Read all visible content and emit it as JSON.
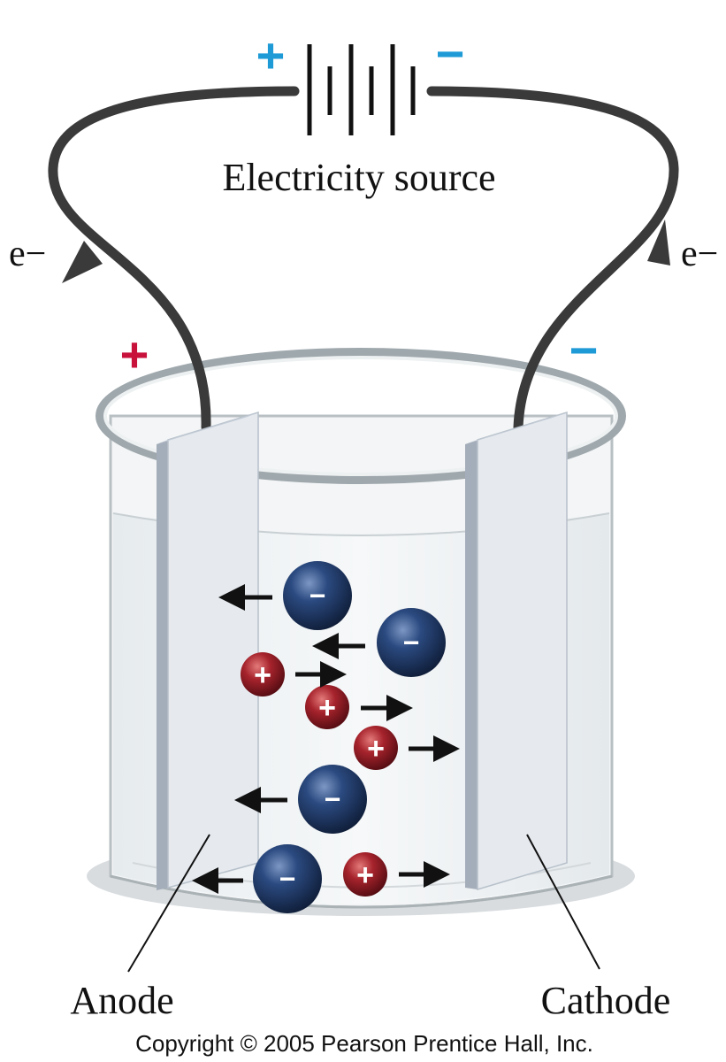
{
  "source_label": "Electricity source",
  "battery": {
    "positive_sign": "+",
    "negative_sign": "−"
  },
  "electron_left": "e−",
  "electron_right": "e−",
  "anode_sign": "+",
  "cathode_sign": "−",
  "anode_label": "Anode",
  "cathode_label": "Cathode",
  "ions": {
    "anion_sign": "−",
    "cation_sign": "+",
    "anion_color": "#1f3a68",
    "cation_color": "#9a1b22"
  },
  "colors": {
    "wire": "#3a3a3a",
    "positive": "#c8123c",
    "battery_sign": "#1e9ad6"
  },
  "copyright": "Copyright © 2005 Pearson Prentice Hall, Inc."
}
